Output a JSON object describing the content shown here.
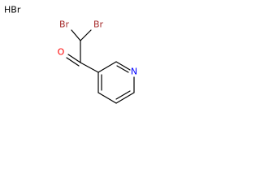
{
  "molecule": {
    "salt": "HBr",
    "atoms": {
      "br1": "Br",
      "br2": "Br",
      "oxygen": "O",
      "nitrogen": "N"
    }
  },
  "colors": {
    "bond": "#000000",
    "oxygen": "#ff0000",
    "nitrogen": "#0000ff",
    "bromine": "#a52a2a",
    "salt": "#000000"
  }
}
